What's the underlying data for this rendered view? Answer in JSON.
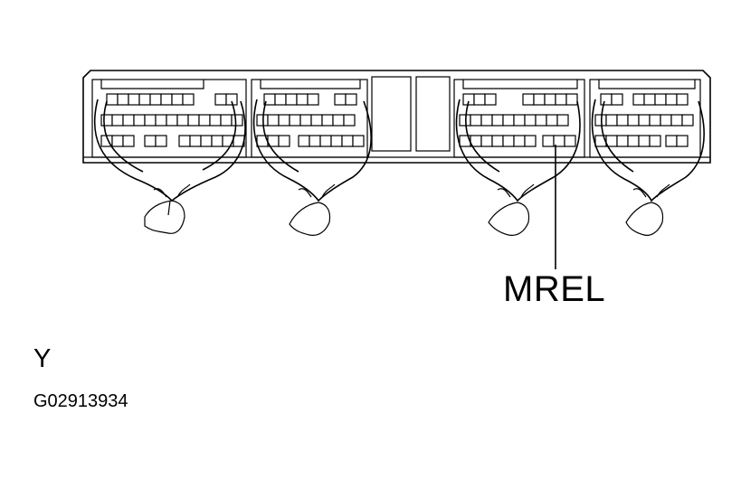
{
  "diagram": {
    "callout_label": "MREL",
    "view_letter": "Y",
    "figure_code": "G02913934",
    "stroke_color": "#000000",
    "background_color": "#ffffff"
  }
}
